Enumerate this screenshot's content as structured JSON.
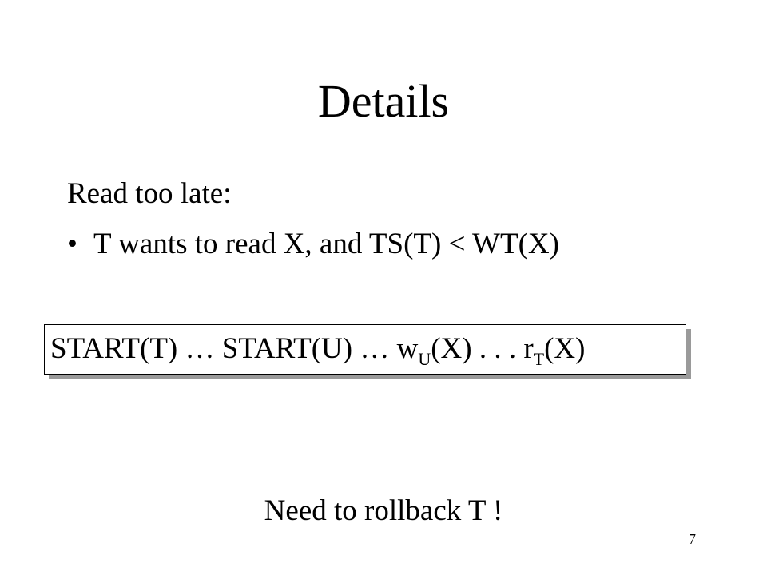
{
  "slide": {
    "title": "Details",
    "subheading": "Read too late:",
    "bullets": [
      {
        "marker": "•",
        "text": "T wants to read X, and TS(T) < WT(X)"
      }
    ],
    "sequence": {
      "part1": "START(T) … START(U) … w",
      "sub1": "U",
      "part2": "(X) . . . r",
      "sub2": "T",
      "part3": "(X)"
    },
    "note": "Need to rollback T !",
    "page_number": "7"
  }
}
